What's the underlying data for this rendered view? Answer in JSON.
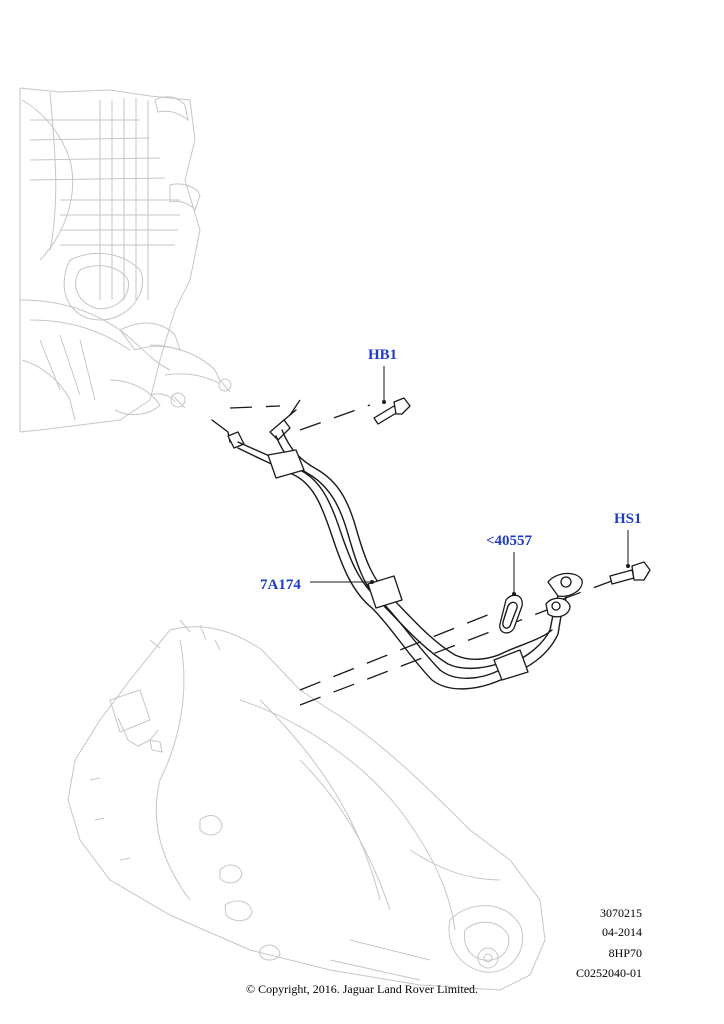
{
  "callouts": {
    "hb1": "HB1",
    "hs1": "HS1",
    "seal": "<40557",
    "pipe": "7A174"
  },
  "meta": {
    "illustration_number": "3070215",
    "date": "04-2014",
    "transmission": "8HP70",
    "diagram_code": "C0252040-01"
  },
  "copyright": "© Copyright, 2016. Jaguar Land Rover Limited.",
  "colors": {
    "callout": "#1f3cc4",
    "linework": "#1a1a1a",
    "background_parts": "#c6c6c6"
  }
}
